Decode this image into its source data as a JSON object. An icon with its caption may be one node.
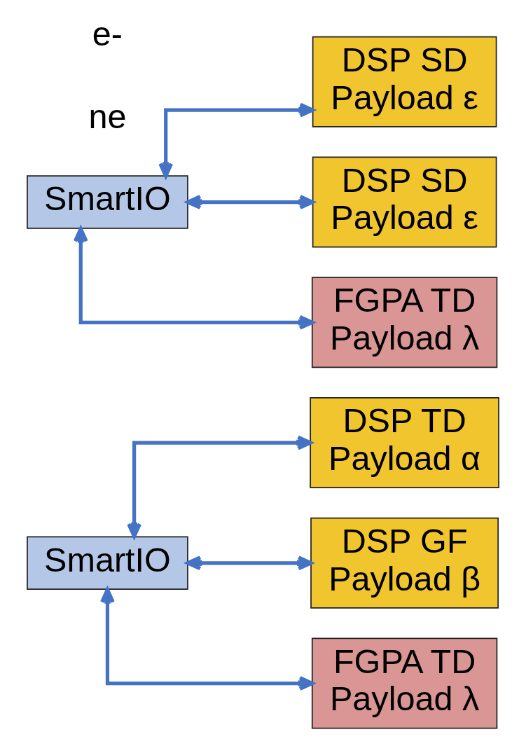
{
  "diagram": {
    "nodes": [
      {
        "text": [
          "SmartIO"
        ]
      },
      {
        "text": [
          "DSP TD Payload α"
        ]
      },
      {
        "text": [
          "DSP GF Payload β"
        ]
      },
      {
        "text": [
          "FGPA TD Payload λ"
        ]
      },
      {
        "text": [
          "SmartIO"
        ]
      },
      {
        "text": [
          "DSP SD Payload ε"
        ]
      },
      {
        "text": [
          "DSP SD Payload ε"
        ]
      },
      {
        "text": [
          "FGPA TD Payload λ"
        ]
      }
    ],
    "edges": [
      {
        "from": 0,
        "to": 1,
        "arrow": "both"
      },
      {
        "from": 0,
        "to": 2,
        "arrow": "both"
      },
      {
        "from": 0,
        "to": 3,
        "arrow": "both"
      },
      {
        "from": 4,
        "to": 5,
        "arrow": "both"
      },
      {
        "from": 4,
        "to": 6,
        "arrow": "both"
      },
      {
        "from": 4,
        "to": 7,
        "arrow": "both"
      }
    ],
    "labels": [
      "ne",
      "e-"
    ]
  }
}
